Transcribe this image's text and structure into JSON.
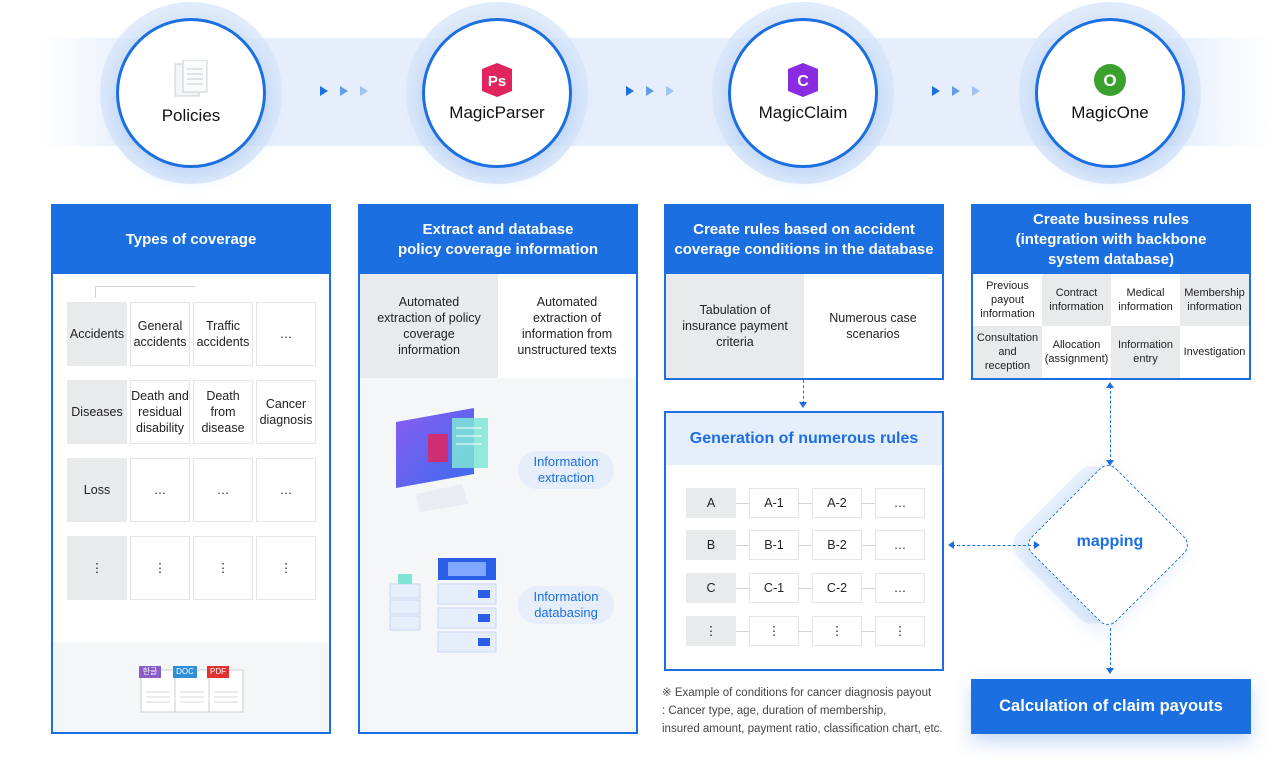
{
  "top": {
    "nodes": [
      {
        "label": "Policies",
        "icon": "document-stack-icon"
      },
      {
        "label": "MagicParser",
        "icon": "magicparser-logo-icon",
        "logo_text": "Ps"
      },
      {
        "label": "MagicClaim",
        "icon": "magicclaim-logo-icon",
        "logo_text": "C"
      },
      {
        "label": "MagicOne",
        "icon": "magicone-logo-icon",
        "logo_text": "O"
      }
    ]
  },
  "panel1": {
    "title": "Types of coverage",
    "rows": [
      {
        "label": "Accidents",
        "cells": [
          "General accidents",
          "Traffic accidents",
          "…"
        ]
      },
      {
        "label": "Diseases",
        "cells": [
          "Death and residual disability",
          "Death from disease",
          "Cancer diagnosis"
        ]
      },
      {
        "label": "Loss",
        "cells": [
          "…",
          "…",
          "…"
        ]
      },
      {
        "label": "⋮",
        "cells": [
          "⋮",
          "⋮",
          "⋮"
        ]
      }
    ],
    "file_tags": [
      "한글",
      "DOC",
      "PDF"
    ]
  },
  "panel2": {
    "title_line1": "Extract and database",
    "title_line2": "policy coverage information",
    "col1": "Automated extraction of policy coverage information",
    "col2": "Automated extraction of information from unstructured texts",
    "pill1": "Information extraction",
    "pill2": "Information databasing"
  },
  "panel3": {
    "title_line1": "Create rules based on accident",
    "title_line2": "coverage conditions in the database",
    "col1": "Tabulation of insurance payment criteria",
    "col2": "Numerous case scenarios"
  },
  "rules": {
    "title": "Generation of numerous rules",
    "rows": [
      {
        "label": "A",
        "cells": [
          "A-1",
          "A-2",
          "…"
        ]
      },
      {
        "label": "B",
        "cells": [
          "B-1",
          "B-2",
          "…"
        ]
      },
      {
        "label": "C",
        "cells": [
          "C-1",
          "C-2",
          "…"
        ]
      },
      {
        "label": "⋮",
        "cells": [
          "⋮",
          "⋮",
          "⋮"
        ]
      }
    ]
  },
  "note": {
    "line1": "※ Example of conditions for cancer diagnosis payout",
    "line2": ": Cancer type, age, duration of membership,",
    "line3": "insured amount, payment ratio, classification chart, etc."
  },
  "panel4": {
    "title_line1": "Create business rules",
    "title_line2": "(integration with backbone",
    "title_line3": "system database)",
    "cells": [
      "Previous payout information",
      "Contract information",
      "Medical information",
      "Membership information",
      "Consultation and reception",
      "Allocation (assignment)",
      "Information entry",
      "Investigation"
    ]
  },
  "mapping": "mapping",
  "payout": "Calculation of claim payouts",
  "colors": {
    "accent": "#1b6fe0",
    "light": "#e6eefc",
    "parser": "#e0245e",
    "claim": "#8a2be2",
    "one": "#3aa12f"
  }
}
